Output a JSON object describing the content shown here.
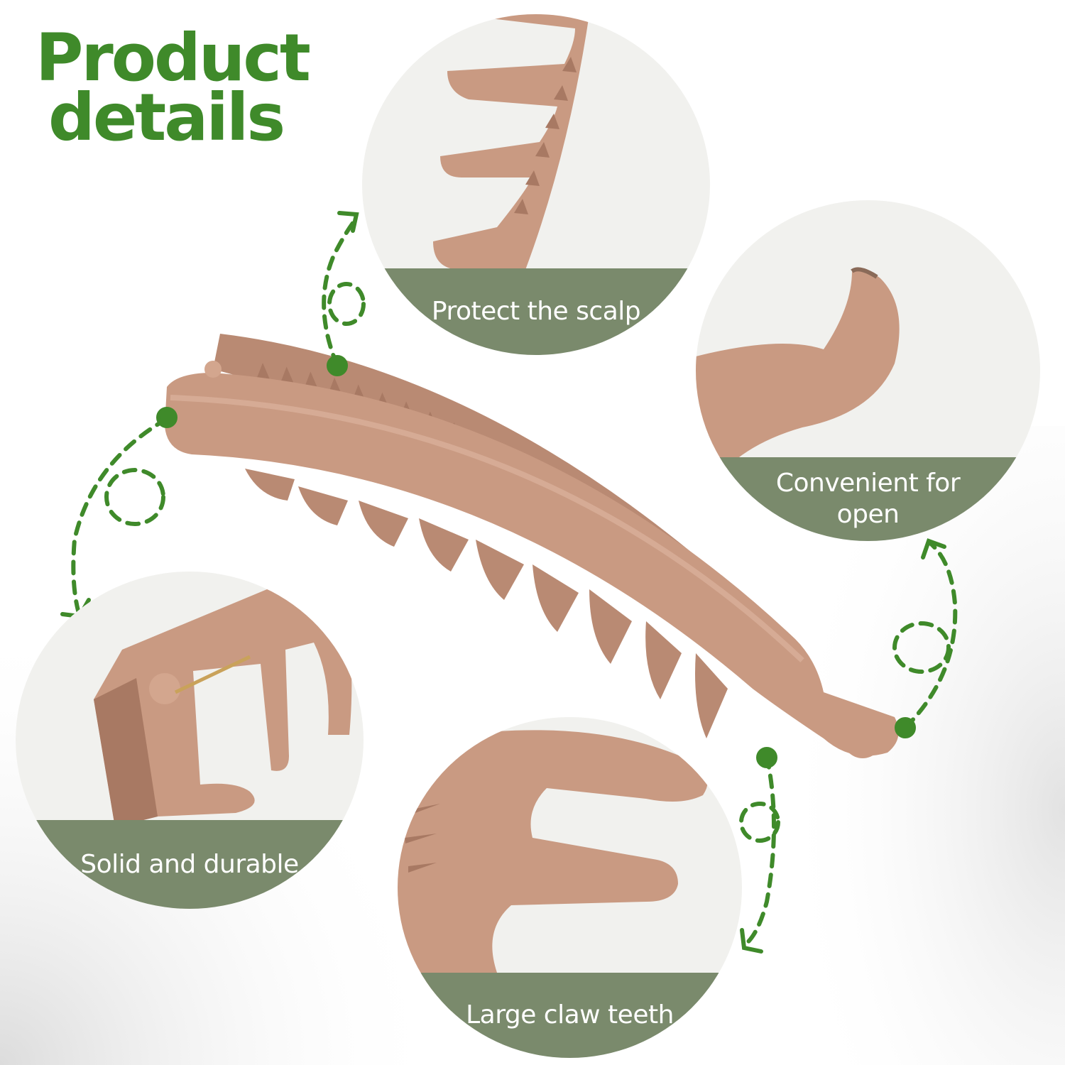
{
  "headline": {
    "line1": "Product",
    "line2": "details",
    "color": "#3f8a2a"
  },
  "callouts": {
    "scalp": {
      "label": "Protect the scalp"
    },
    "open": {
      "label_line1": "Convenient for",
      "label_line2": "open"
    },
    "durable": {
      "label": "Solid and durable"
    },
    "teeth": {
      "label": "Large claw teeth"
    }
  },
  "colors": {
    "band": "#7a8a6c",
    "product": "#c99a82",
    "product_dark": "#a77a64",
    "product_light": "#dcb29c",
    "circle_bg": "#f1f1ee",
    "accent": "#3f8a2a"
  }
}
